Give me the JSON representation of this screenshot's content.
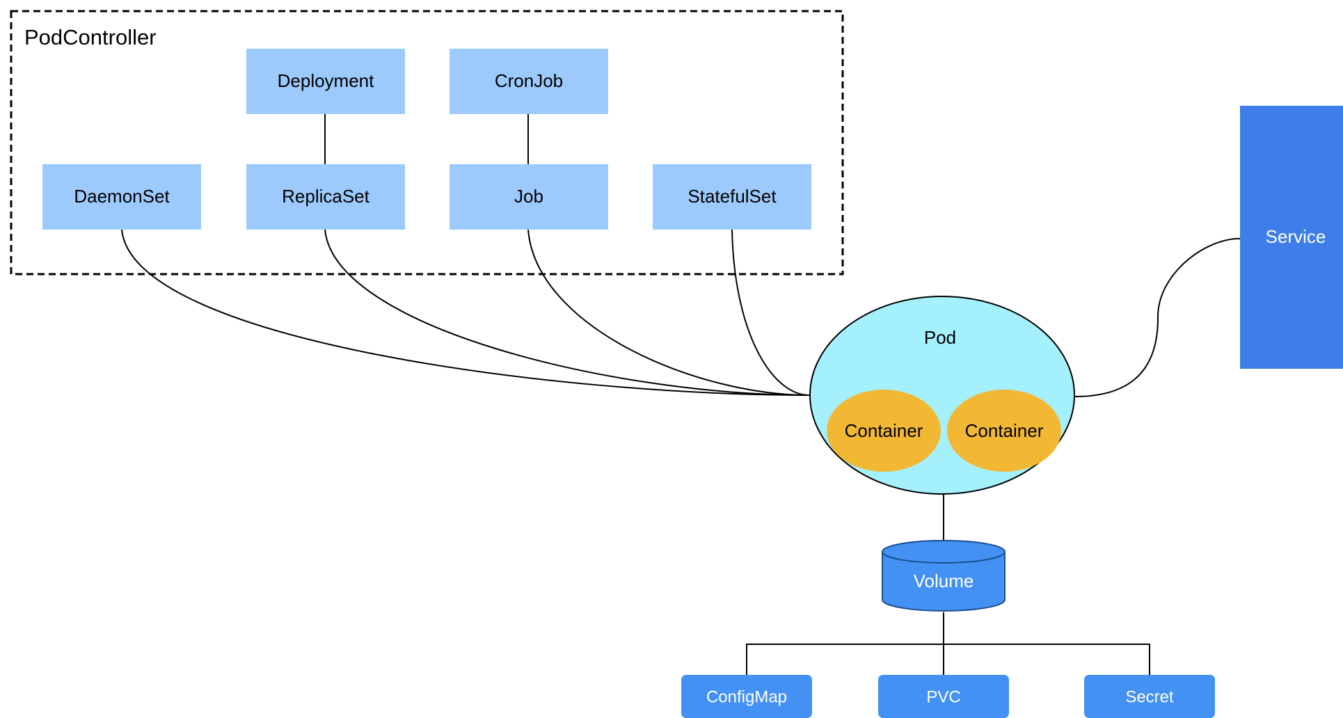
{
  "group": {
    "title": "PodController"
  },
  "controllers": {
    "deployment": "Deployment",
    "cronjob": "CronJob",
    "daemonset": "DaemonSet",
    "replicaset": "ReplicaSet",
    "job": "Job",
    "statefulset": "StatefulSet"
  },
  "pod": {
    "label": "Pod",
    "containers": [
      "Container",
      "Container"
    ]
  },
  "service": {
    "label": "Service"
  },
  "volume": {
    "label": "Volume"
  },
  "volume_sources": {
    "configmap": "ConfigMap",
    "pvc": "PVC",
    "secret": "Secret"
  },
  "colors": {
    "controller_fill": "#9DCAFC",
    "pod_fill": "#A5F0FD",
    "container_fill": "#F2B834",
    "service_fill": "#3E7EE8",
    "volume_fill": "#4391F2",
    "source_fill": "#4391F2"
  }
}
